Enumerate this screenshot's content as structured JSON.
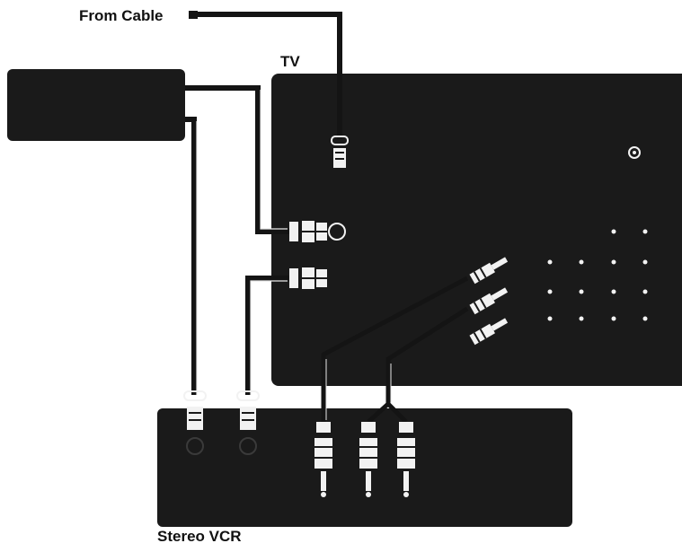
{
  "labels": {
    "from_cable": "From Cable",
    "tv": "TV",
    "stereo_vcr": "Stereo VCR"
  },
  "colors": {
    "device": "#1a1a1a",
    "cable": "#141414",
    "connector": "#f2f2f2",
    "background": "#ffffff"
  }
}
